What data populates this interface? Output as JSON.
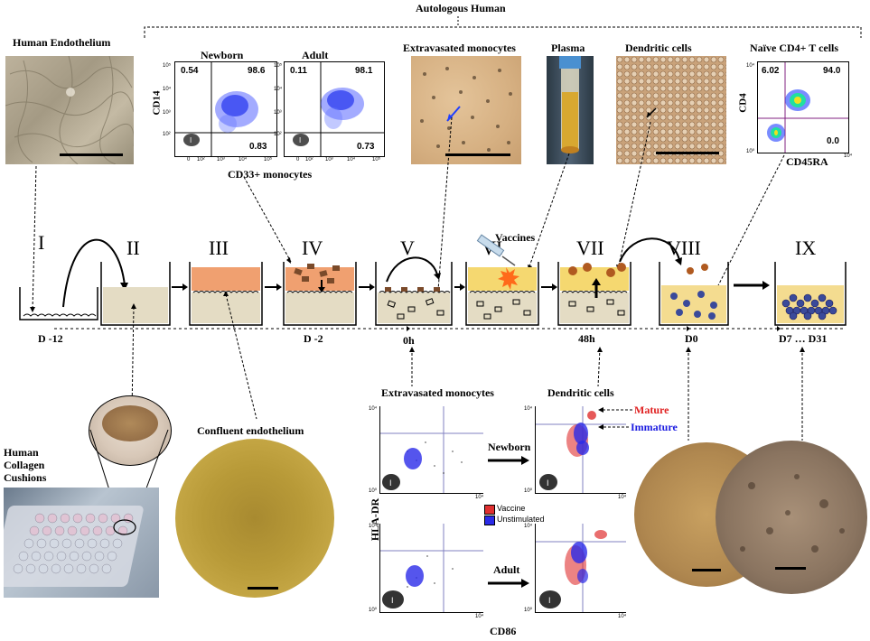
{
  "header": {
    "autologous": "Autologous Human"
  },
  "top_labels": {
    "endothelium": "Human Endothelium",
    "newborn": "Newborn",
    "adult": "Adult",
    "extravasated": "Extravasated monocytes",
    "plasma": "Plasma",
    "dendritic": "Dendritic cells",
    "naive": "Naïve CD4+ T cells"
  },
  "flow_newborn": {
    "ul": "0.54",
    "ur": "98.6",
    "lr": "0.83"
  },
  "flow_adult": {
    "ul": "0.11",
    "ur": "98.1",
    "lr": "0.73"
  },
  "flow_cd4": {
    "ul": "6.02",
    "ur": "94.0",
    "lr": "0.0",
    "ylabel": "CD4",
    "xlabel": "CD45RA"
  },
  "flow_axes": {
    "ylabel": "CD14",
    "xlabel": "CD33+ monocytes"
  },
  "ticks": {
    "t0": "0",
    "t2": "10²",
    "t3": "10³",
    "t4": "10⁴",
    "t5": "10⁵",
    "t10": "10⁰",
    "gate": "I"
  },
  "steps": [
    "I",
    "II",
    "III",
    "IV",
    "V",
    "VI",
    "VII",
    "VIII",
    "IX"
  ],
  "vaccines": "Vaccines",
  "timeline": {
    "d12": "D -12",
    "d2": "D -2",
    "h0": "0h",
    "h48": "48h",
    "d0": "D0",
    "d7": "D7 … D31"
  },
  "bottom_labels": {
    "cushions1": "Human",
    "cushions2": "Collagen",
    "cushions3": "Cushions",
    "confluent": "Confluent endothelium",
    "extrav": "Extravasated monocytes",
    "dendritic": "Dendritic cells",
    "mature": "Mature",
    "immature": "Immature",
    "newborn": "Newborn",
    "adult": "Adult",
    "hladr": "HLA-DR",
    "cd86": "CD86",
    "legend_vaccine": "Vaccine",
    "legend_unstim": "Unstimulated"
  },
  "colors": {
    "vaccine": "#e03030",
    "unstim": "#2b2be8",
    "mature": "#e02020",
    "immature": "#1a1ae0"
  }
}
